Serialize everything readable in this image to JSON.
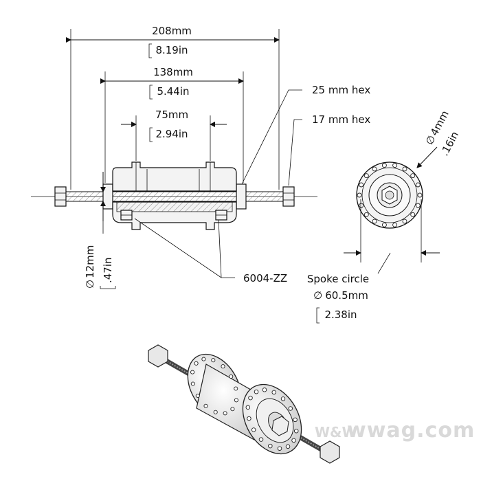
{
  "dimensions": {
    "overall_mm": "208mm",
    "overall_in": "8.19in",
    "flange_mm": "138mm",
    "flange_in": "5.44in",
    "body_mm": "75mm",
    "body_in": "2.94in",
    "axle_mm": "12mm",
    "axle_in": ".47in",
    "hole_mm": "4mm",
    "hole_in": ".16in",
    "spoke_circle_label": "Spoke circle",
    "spoke_circle_mm": "60.5mm",
    "spoke_circle_in": "2.38in"
  },
  "callouts": {
    "hex_large": "25 mm hex",
    "hex_small": "17 mm hex",
    "bearing": "6004-ZZ"
  },
  "symbols": {
    "diameter": "∅"
  },
  "watermark": {
    "text": "wwag.com",
    "small_text": "W&W"
  }
}
